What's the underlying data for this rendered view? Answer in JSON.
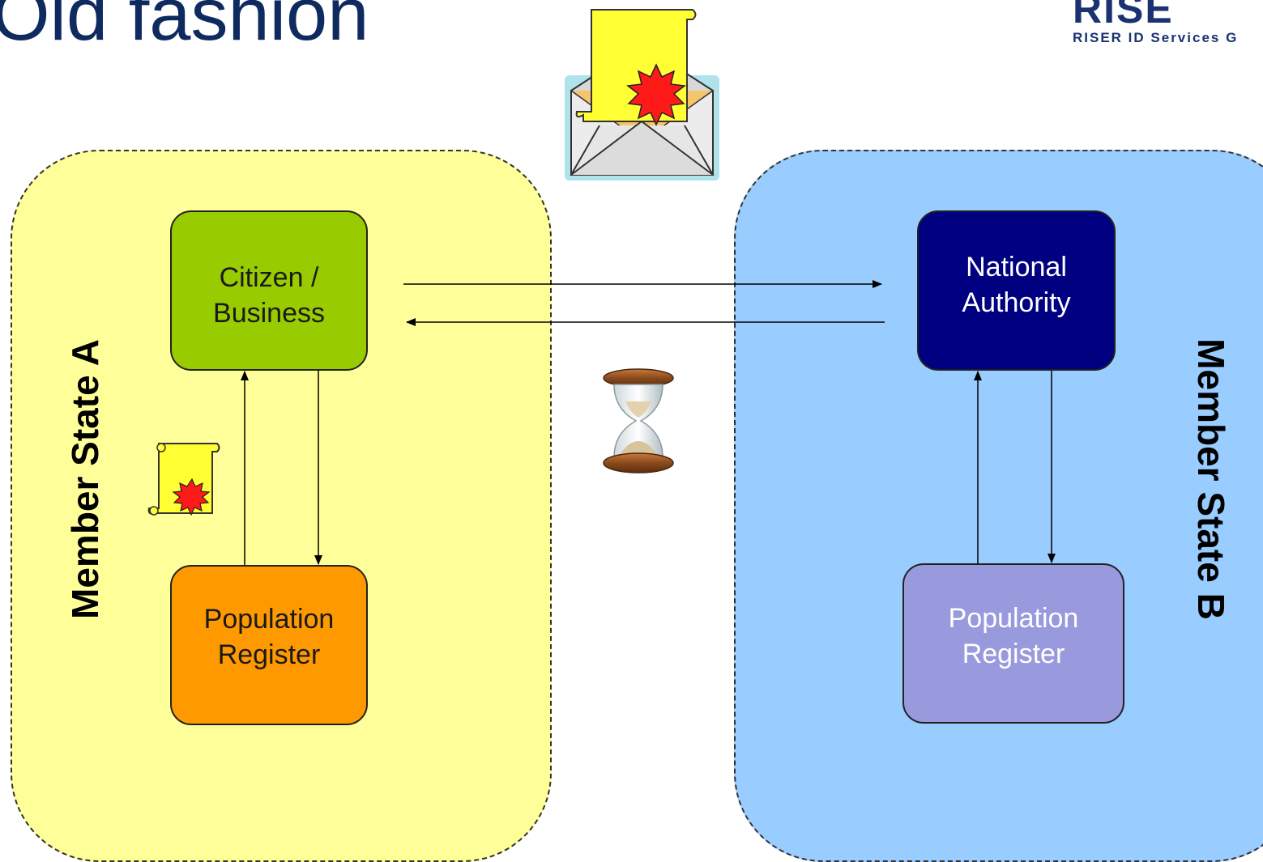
{
  "title": "Old fashion",
  "logo": {
    "mark": "RISE",
    "subtitle": "RISER ID Services G"
  },
  "member_state_a": {
    "label": "Member State A",
    "citizen_box": {
      "line1": "Citizen /",
      "line2": "Business"
    },
    "population_register": {
      "line1": "Population",
      "line2": "Register"
    }
  },
  "member_state_b": {
    "label": "Member State B",
    "national_authority": {
      "line1": "National",
      "line2": "Authority"
    },
    "population_register": {
      "line1": "Population",
      "line2": "Register"
    }
  },
  "icons": {
    "envelope": "sealed-document-envelope-icon",
    "document": "sealed-certificate-icon",
    "waiting": "hourglass-icon"
  },
  "colors": {
    "title": "#0f2a5e",
    "state_a_bg": "#ffff99",
    "state_b_bg": "#99ccff",
    "citizen": "#99cc00",
    "population_a": "#ff9900",
    "national_authority": "#000080",
    "population_b": "#9999dd"
  }
}
